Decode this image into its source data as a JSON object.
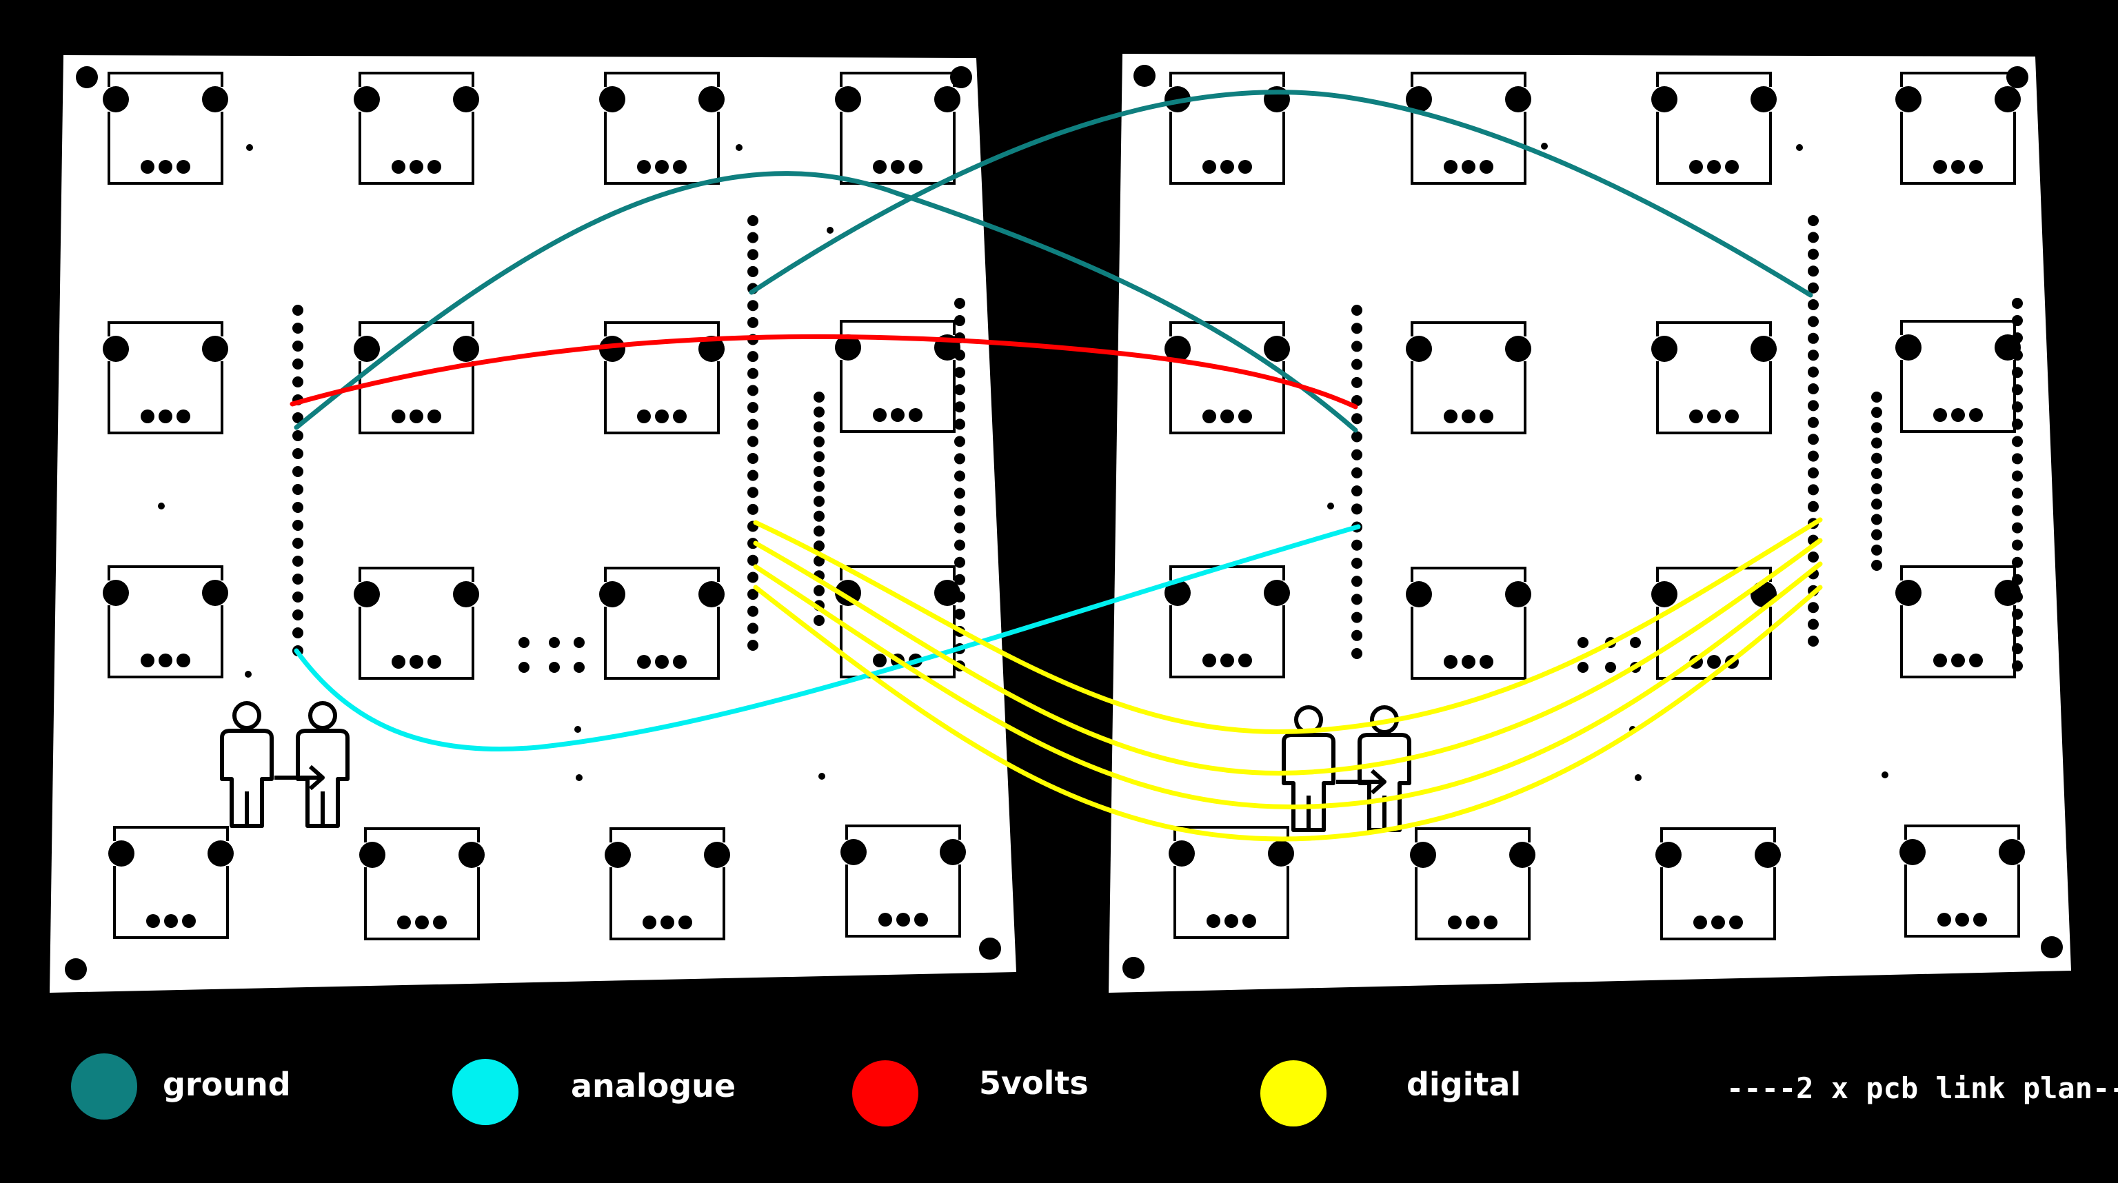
{
  "colors": {
    "background": "#000000",
    "pcb": "#ffffff",
    "ink": "#000000",
    "ground": "#0f7f7f",
    "analogue": "#00f0f0",
    "fivevolts": "#ff0000",
    "digital": "#ffff00"
  },
  "boards": [
    {
      "name": "pcb-left",
      "icon": "person-transfer-icon"
    },
    {
      "name": "pcb-right",
      "icon": "person-transfer-icon"
    }
  ],
  "wires": [
    {
      "signal": "ground",
      "count": 2
    },
    {
      "signal": "fivevolts",
      "count": 1
    },
    {
      "signal": "analogue",
      "count": 1
    },
    {
      "signal": "digital",
      "count": 4
    }
  ],
  "legend": [
    {
      "key": "ground",
      "label": "ground",
      "color": "#0f7f7f"
    },
    {
      "key": "analogue",
      "label": "analogue",
      "color": "#00f0f0"
    },
    {
      "key": "fivevolts",
      "label": "5volts",
      "color": "#ff0000"
    },
    {
      "key": "digital",
      "label": "digital",
      "color": "#ffff00"
    }
  ],
  "caption": "----2 x pcb link plan--"
}
